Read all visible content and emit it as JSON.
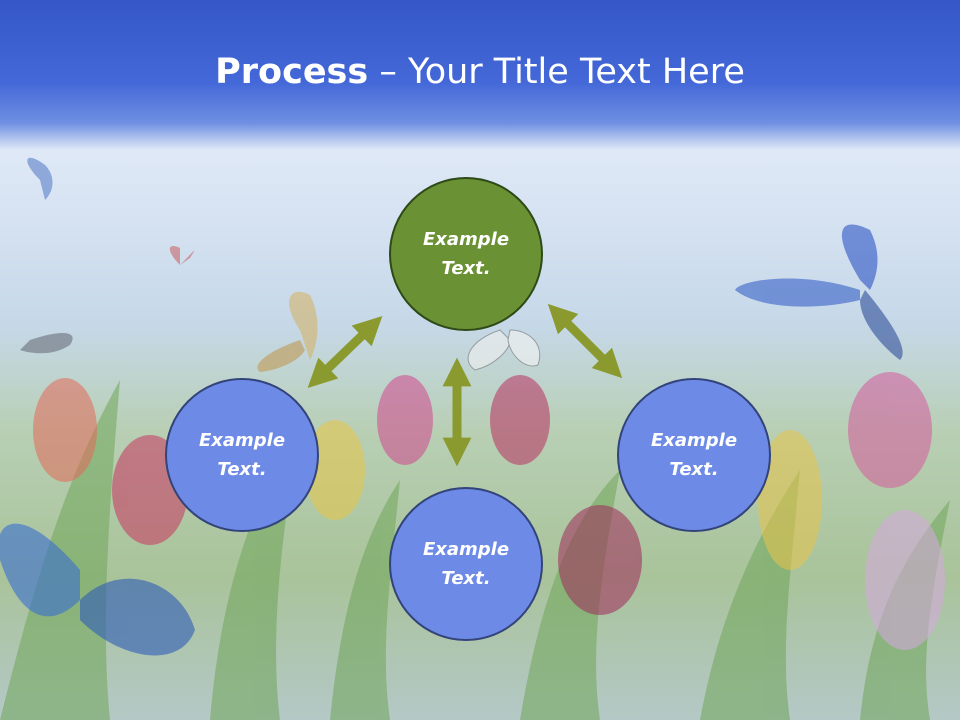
{
  "title": {
    "bold": "Process",
    "rest": " – Your Title Text Here"
  },
  "nodes": {
    "top": "Example Text.",
    "left": "Example Text.",
    "right": "Example Text.",
    "bottom": "Example Text."
  },
  "colors": {
    "center": "#6b9135",
    "outer": "#6d8ae6",
    "arrow": "#8a9a2e",
    "band": "#3f62d2"
  },
  "icons": [
    "butterfly-icon",
    "tulip-icon"
  ]
}
